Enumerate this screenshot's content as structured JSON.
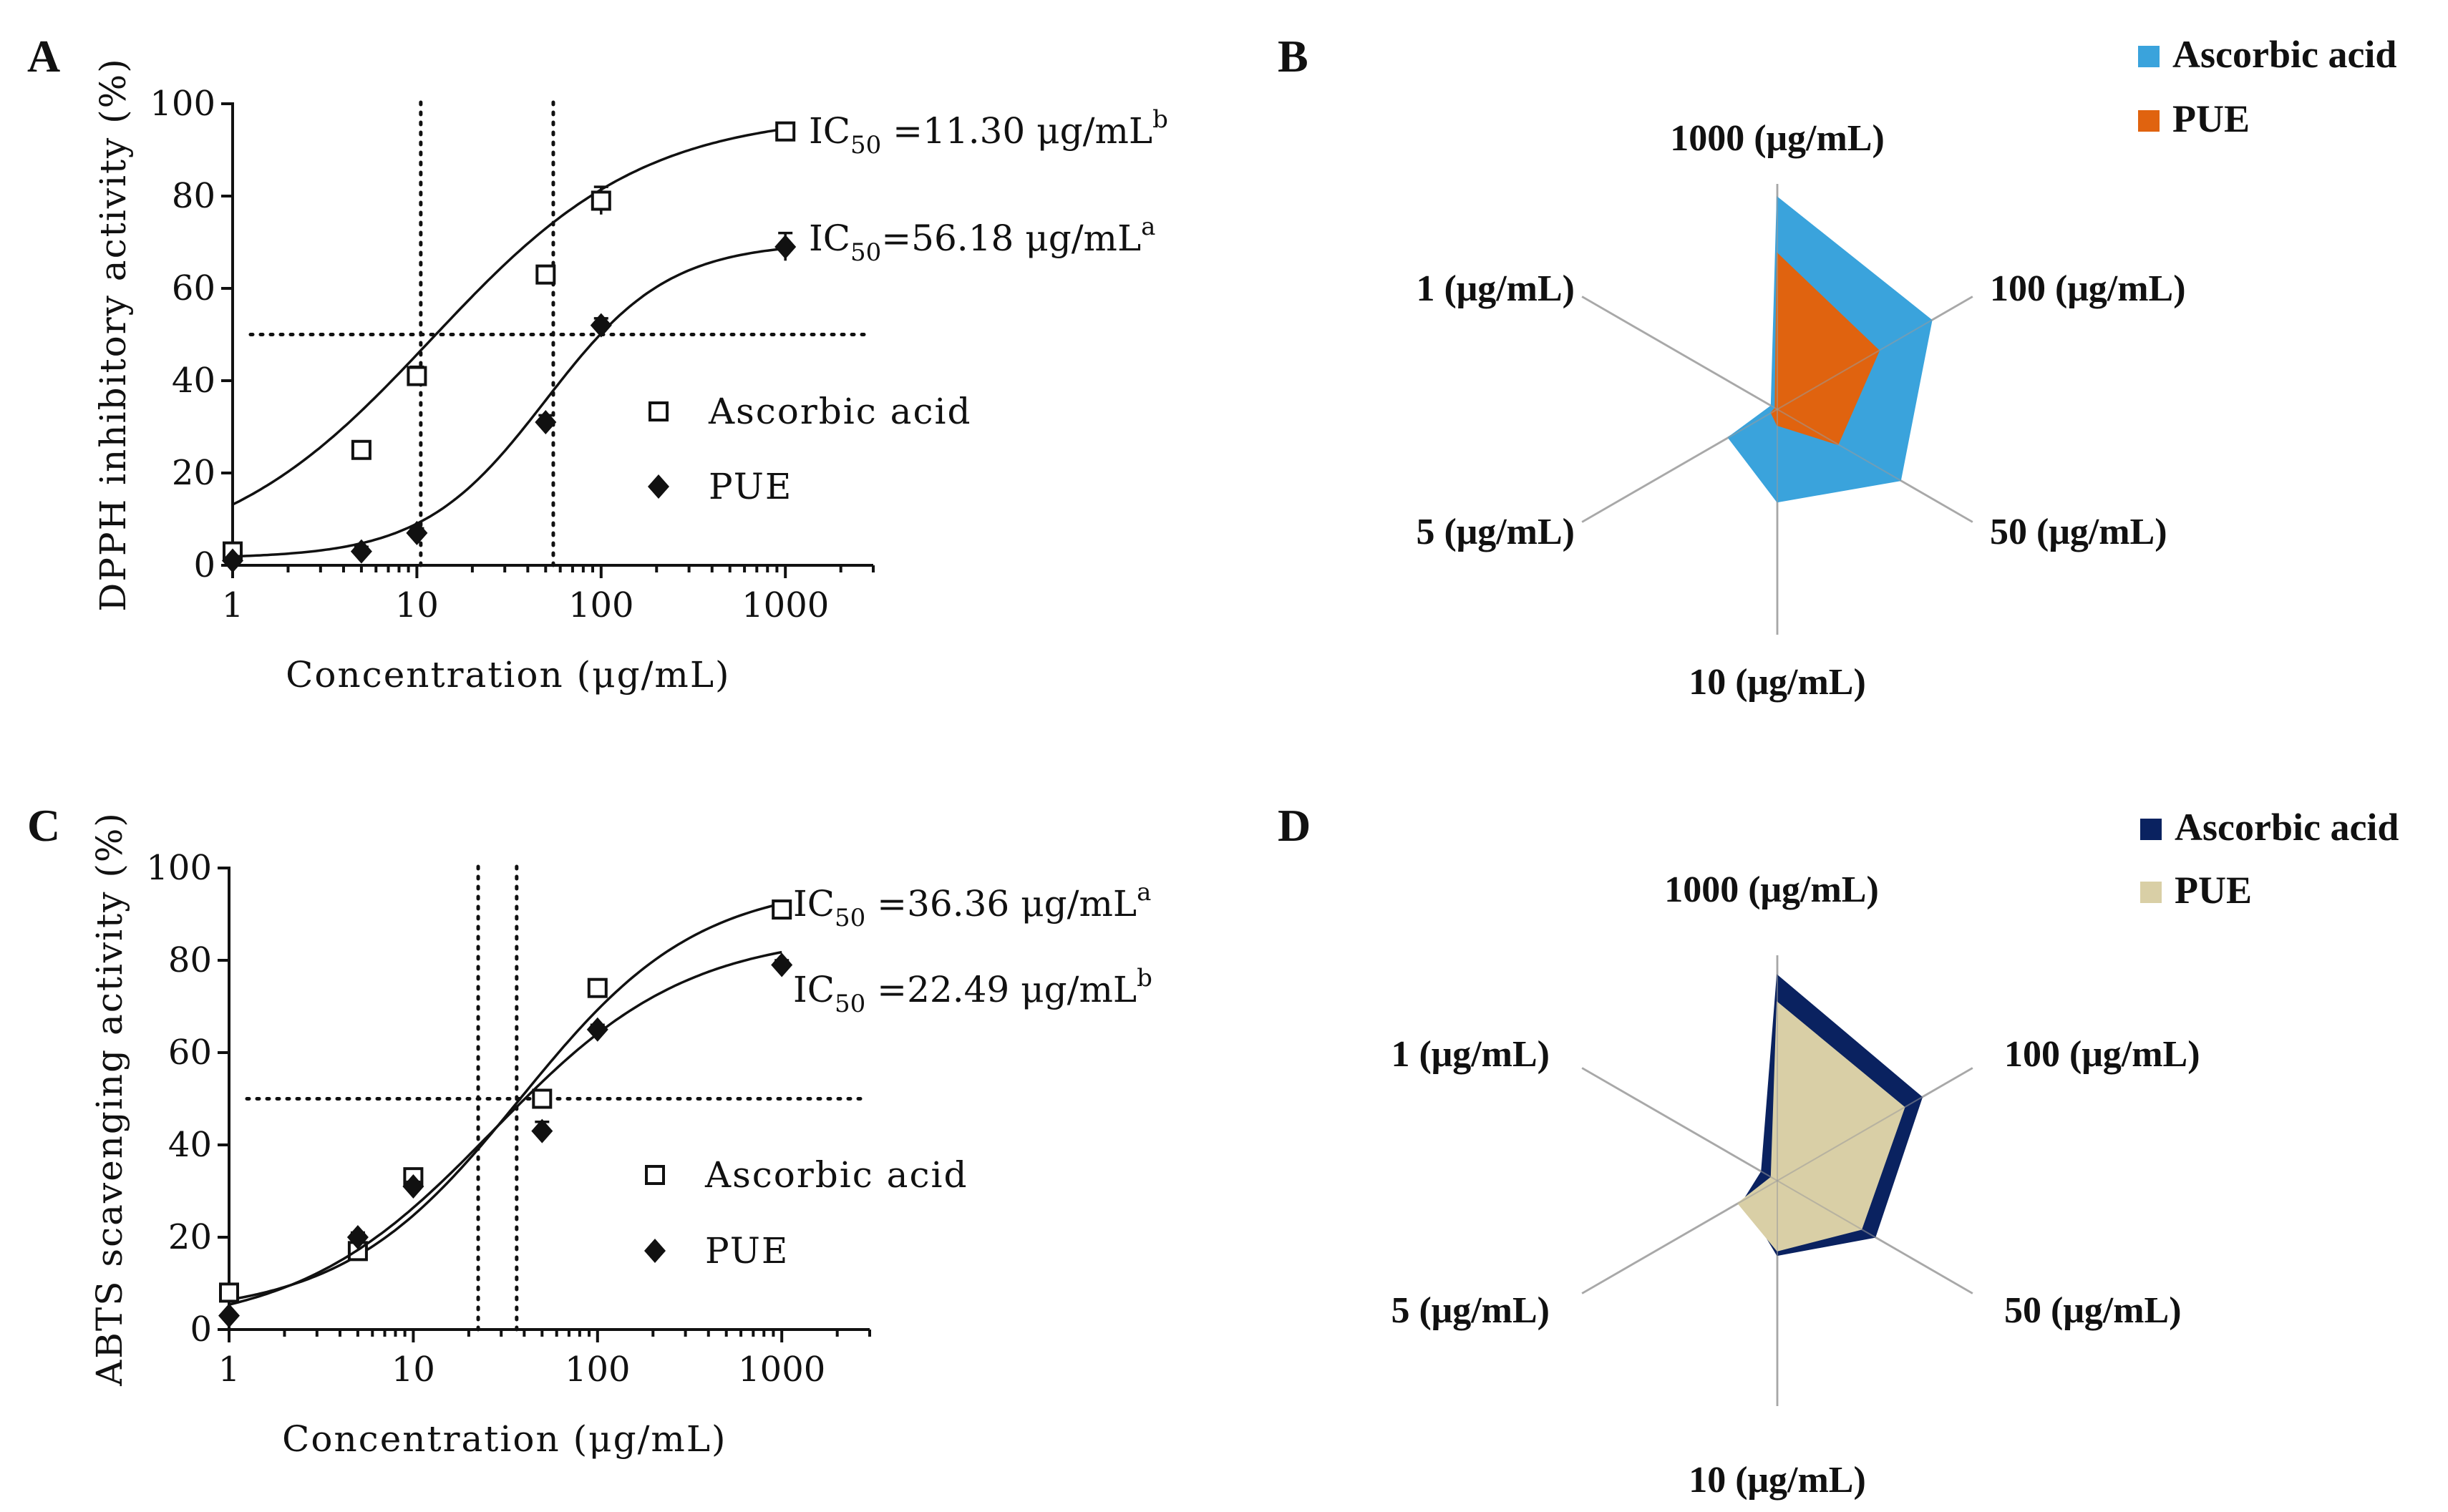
{
  "panels": [
    {
      "letter": "A"
    },
    {
      "letter": "B"
    },
    {
      "letter": "C"
    },
    {
      "letter": "D"
    }
  ],
  "chart_data": [
    {
      "type": "scatter",
      "panel": "A",
      "xscale": "log",
      "xlabel": "Concentration (μg/mL)",
      "ylabel": "DPPH inhibitory activity (%)",
      "xticks": [
        1,
        10,
        100,
        1000
      ],
      "xtick_labels": [
        "1",
        "10",
        "100",
        "1000"
      ],
      "yticks": [
        0,
        20,
        40,
        60,
        80,
        100
      ],
      "ytick_labels": [
        "0",
        "20",
        "40",
        "60",
        "80",
        "100"
      ],
      "xlim": [
        1,
        3000
      ],
      "ylim": [
        0,
        100
      ],
      "reference_lines": {
        "x": [
          10.5,
          55
        ],
        "y": [
          50
        ]
      },
      "legend_position": "center-right",
      "series": [
        {
          "name": "Ascorbic acid",
          "marker": "open-square",
          "x": [
            1,
            5,
            10,
            50,
            100,
            1000
          ],
          "y": [
            3,
            25,
            41,
            63,
            79,
            94
          ],
          "err": [
            0,
            1.5,
            2,
            1,
            3,
            1
          ],
          "fit": {
            "bottom": 0,
            "top": 98,
            "ic50": 12,
            "hill": 0.75
          },
          "ic50_prefix": "IC",
          "ic50_sub": "50",
          "ic50_value": " =11.30 μg/mL",
          "ic50_sup": "b"
        },
        {
          "name": "PUE",
          "marker": "filled-diamond",
          "x": [
            1,
            5,
            10,
            50,
            100,
            1000
          ],
          "y": [
            1,
            3,
            7,
            31,
            52,
            69
          ],
          "err": [
            0,
            1,
            1,
            1.5,
            1.5,
            3
          ],
          "fit": {
            "bottom": 1.5,
            "top": 70,
            "ic50": 50,
            "hill": 1.3
          },
          "ic50_prefix": "IC",
          "ic50_sub": "50",
          "ic50_value": "=56.18 μg/mL",
          "ic50_sup": "a"
        }
      ]
    },
    {
      "type": "radar",
      "panel": "B",
      "axes": [
        "1000 (μg/mL)",
        "100 (μg/mL)",
        "50 (μg/mL)",
        "10 (μg/mL)",
        "5 (μg/mL)",
        "1 (μg/mL)"
      ],
      "rmax": 100,
      "legend_position": "top-right",
      "series": [
        {
          "name": "Ascorbic acid",
          "color": "#3aa3dc",
          "values": [
            94,
            79,
            63,
            41,
            25,
            3
          ]
        },
        {
          "name": "PUE",
          "color": "#e0630f",
          "values": [
            69,
            52,
            31,
            7,
            3,
            1
          ]
        }
      ]
    },
    {
      "type": "scatter",
      "panel": "C",
      "xscale": "log",
      "xlabel": "Concentration (μg/mL)",
      "ylabel": "ABTS scavenging activity (%)",
      "xticks": [
        1,
        10,
        100,
        1000
      ],
      "xtick_labels": [
        "1",
        "10",
        "100",
        "1000"
      ],
      "yticks": [
        0,
        20,
        40,
        60,
        80,
        100
      ],
      "ytick_labels": [
        "0",
        "20",
        "40",
        "60",
        "80",
        "100"
      ],
      "xlim": [
        1,
        3000
      ],
      "ylim": [
        0,
        100
      ],
      "reference_lines": {
        "x": [
          22.5,
          36.4
        ],
        "y": [
          50
        ]
      },
      "legend_position": "center-right",
      "series": [
        {
          "name": "Ascorbic acid",
          "marker": "open-square",
          "x": [
            1,
            5,
            10,
            50,
            100,
            1000
          ],
          "y": [
            8,
            17,
            33,
            50,
            74,
            91
          ],
          "err": [
            0,
            1,
            1.5,
            1,
            1,
            1
          ],
          "fit": {
            "bottom": 3,
            "top": 97,
            "ic50": 38,
            "hill": 0.9
          },
          "ic50_prefix": "IC",
          "ic50_sub": "50",
          "ic50_value": " =36.36 μg/mL",
          "ic50_sup": "a"
        },
        {
          "name": "PUE",
          "marker": "filled-diamond",
          "x": [
            1,
            5,
            10,
            50,
            100,
            1000
          ],
          "y": [
            3,
            20,
            31,
            43,
            65,
            79
          ],
          "err": [
            0,
            1,
            1,
            2,
            1,
            1
          ],
          "fit": {
            "bottom": 0,
            "top": 86,
            "ic50": 27,
            "hill": 0.82
          },
          "ic50_prefix": "IC",
          "ic50_sub": "50",
          "ic50_value": " =22.49 μg/mL",
          "ic50_sup": "b"
        }
      ]
    },
    {
      "type": "radar",
      "panel": "D",
      "axes": [
        "1000 (μg/mL)",
        "100 (μg/mL)",
        "50 (μg/mL)",
        "10 (μg/mL)",
        "5 (μg/mL)",
        "1 (μg/mL)"
      ],
      "rmax": 100,
      "legend_position": "top-right",
      "series": [
        {
          "name": "Ascorbic acid",
          "color": "#0a2260",
          "values": [
            91,
            74,
            50,
            33,
            17,
            8
          ]
        },
        {
          "name": "PUE",
          "color": "#d9cfa6",
          "values": [
            79,
            65,
            43,
            31,
            20,
            3
          ]
        }
      ]
    }
  ]
}
